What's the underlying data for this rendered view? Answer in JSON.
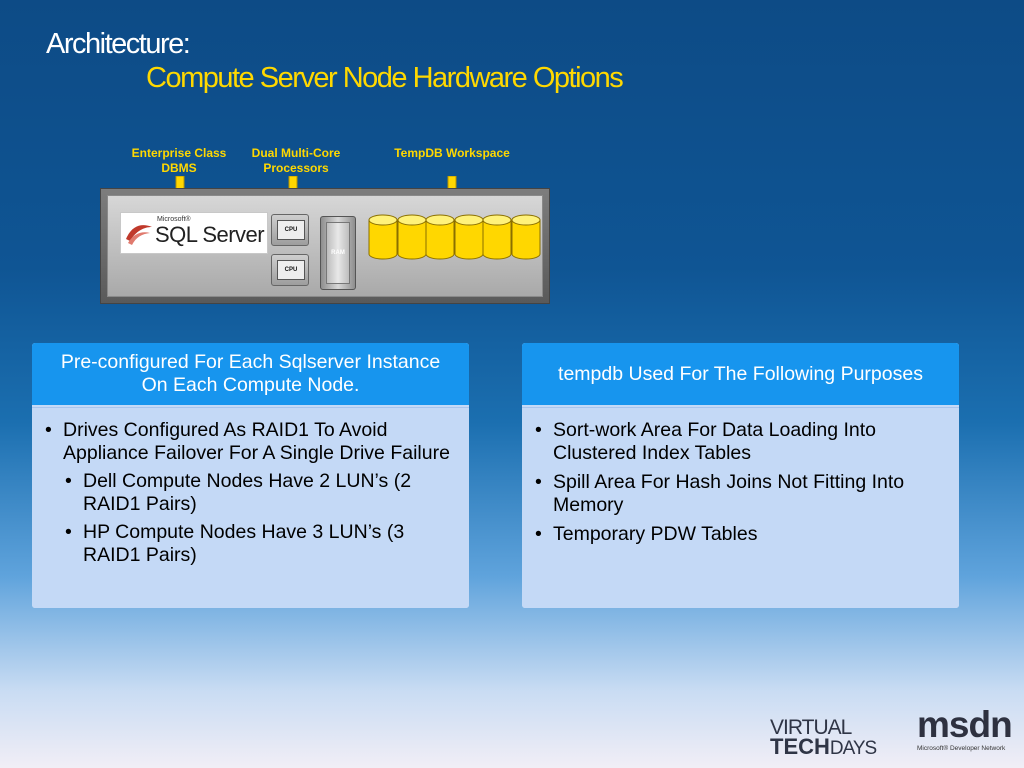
{
  "slide": {
    "title": "Architecture:",
    "subtitle": "Compute Server Node Hardware Options"
  },
  "diagram": {
    "callouts": [
      {
        "label": "Enterprise Class DBMS"
      },
      {
        "label": "Dual  Multi-Core Processors"
      },
      {
        "label": "TempDB Workspace"
      }
    ],
    "logo_small": "Microsoft®",
    "logo_text": "SQL Server",
    "cpu_label": "CPU",
    "ram_label": "RAM",
    "disk_count": 6,
    "colors": {
      "callout": "#ffd800",
      "disk": "#ffd700",
      "arrow": "#ffd700"
    }
  },
  "left_box": {
    "heading": "Pre-configured For Each Sqlserver Instance On Each Compute Node.",
    "bullet": "Drives Configured As RAID1 To Avoid Appliance Failover For A Single Drive Failure",
    "sub_bullets": [
      "Dell Compute Nodes Have 2 LUN’s (2 RAID1 Pairs)",
      "HP Compute Nodes Have 3 LUN’s (3 RAID1 Pairs)"
    ]
  },
  "right_box": {
    "heading": "tempdb Used For The Following Purposes",
    "bullets": [
      "Sort-work Area For Data Loading Into Clustered Index Tables",
      "Spill Area For Hash Joins Not Fitting Into Memory",
      "Temporary PDW Tables"
    ]
  },
  "branding": {
    "vtd_line1": "VIRTUAL",
    "vtd_tech": "TECH",
    "vtd_days": "DAYS",
    "msdn": "msdn",
    "msdn_sub": "Microsoft® Developer Network"
  }
}
